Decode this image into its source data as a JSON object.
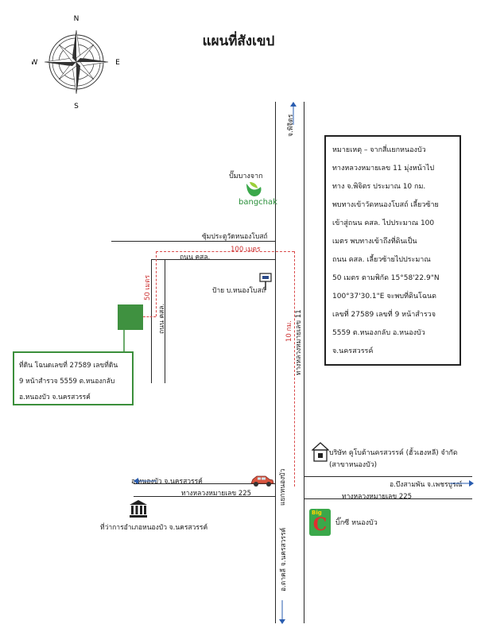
{
  "title": "แผนที่สังเขป",
  "compass": {
    "n": "N",
    "s": "S",
    "e": "E",
    "w": "W"
  },
  "roads": {
    "to_phichit": "จ.พิจิตร",
    "highway11": "ทางหลวงหมายเลข 11",
    "highway225_left": "ทางหลวงหมายเลข 225",
    "highway225_right": "ทางหลวงหมายเลข 225",
    "to_nongbua": "อ.หนองบัว จ.นครสวรรค์",
    "to_buengsamphan": "อ.บึงสามพัน จ.เพชรบูรณ์",
    "to_takhli": "อ.ตาคลี จ.นครสวรรค์",
    "junction": "แยกหนองบัว",
    "soi": "ซุ้มประตูวัดหนองโบสถ์",
    "kososo_h": "ถนน คสล.",
    "kososo_v": "ถนน คสล."
  },
  "distances": {
    "d100": "100 เมตร",
    "d50": "50 เมตร",
    "d10": "10 กม."
  },
  "landmarks": {
    "bangchak_label": "ปั๊มบางจาก",
    "bangchak_brand": "bangchak",
    "sign": "ป้าย บ.หนองโบสถ์",
    "company_line1": "บริษัท คูโบต้านครสวรรค์ (ฮั้วเฮงหลี) จำกัด",
    "company_line2": "(สาขาหนองบัว)",
    "district_office": "ที่ว่าการอำเภอหนองบัว จ.นครสวรรค์",
    "bigc_label": "บิ๊กซี หนองบัว",
    "bigc_brand_b": "Big",
    "bigc_brand_c": "C"
  },
  "plot_box": {
    "line1": "ที่ดิน โฉนดเลขที่ 27589 เลขที่ดิน",
    "line2": "9 หน้าสำรวจ 5559 ต.หนองกลับ",
    "line3": "อ.หนองบัว จ.นครสวรรค์"
  },
  "note": {
    "lines": [
      "หมายเหตุ – จากสี่แยกหนองบัว",
      "ทางหลวงหมายเลข 11 มุ่งหน้าไป",
      "ทาง จ.พิจิตร ประมาณ 10 กม.",
      "พบทางเข้าวัดหนองโบสถ์ เลี้ยวซ้าย",
      "เข้าสู่ถนน คสล. ไปประมาณ 100",
      "เมตร พบทางเข้าถึงที่ดินเป็น",
      "ถนน คสล. เลี้ยวซ้ายไปประมาณ",
      "50 เมตร ตามพิกัด 15°58'22.9\"N",
      "100°37'30.1\"E จะพบที่ดินโฉนด",
      "เลขที่ 27589 เลขที่ 9 หน้าสำรวจ",
      "5559 ต.หนองกลับ อ.หนองบัว",
      "จ.นครสวรรค์"
    ]
  },
  "colors": {
    "plot_green": "#3f9140",
    "dash_red": "#d94a4a",
    "arrow_blue": "#2a5db0",
    "bangchak_green": "#3aa84a"
  }
}
